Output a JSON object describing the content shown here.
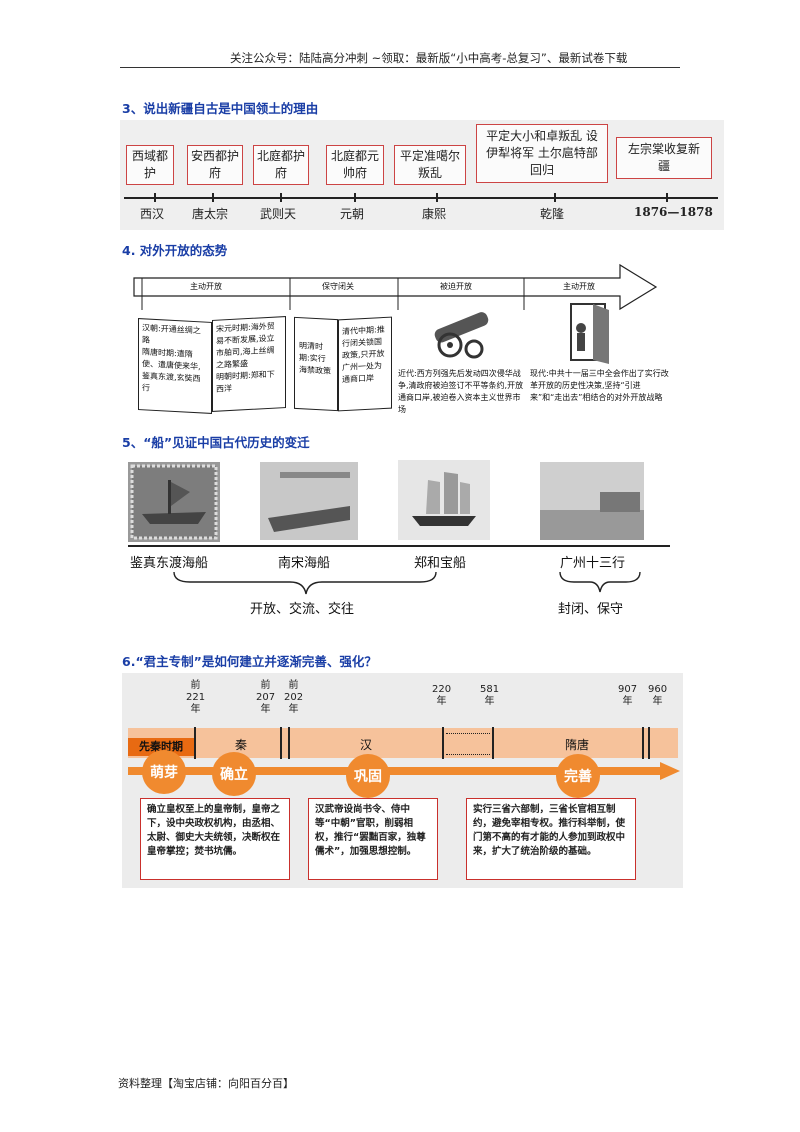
{
  "header": {
    "text": "关注公众号：陆陆高分冲刺   ~领取：最新版“小中高考-总复习”、最新试卷下载"
  },
  "section3": {
    "title": "3、说出新疆自古是中国领土的理由",
    "boxes": [
      "西域都护",
      "安西都护府",
      "北庭都护府",
      "北庭都元帅府",
      "平定准噶尔叛乱",
      "平定大小和卓叛乱 设伊犁将军 土尔扈特部回归",
      "左宗棠收复新疆"
    ],
    "labels": [
      "西汉",
      "唐太宗",
      "武则天",
      "元朝",
      "康熙",
      "乾隆",
      "1876—1878"
    ]
  },
  "section4": {
    "title": "4. 对外开放的态势",
    "stages": [
      "主动开放",
      "保守闭关",
      "被迫开放",
      "主动开放"
    ],
    "book1_left": "汉朝:开通丝绸之路\n隋唐时期:遣隋使、遣唐使来华,鉴真东渡,玄奘西行",
    "book1_right": "宋元时期:海外贸易不断发展,设立市舶司,海上丝绸之路繁盛\n明朝时期:郑和下西洋",
    "book2_left": "明清时期:实行海禁政策",
    "book2_right": "清代中期:推行闭关锁国政策,只开放广州一处为通商口岸",
    "text3": "近代:西方列强先后发动四次侵华战争,清政府被迫签订不平等条约,开放通商口岸,被迫卷入资本主义世界市场",
    "text4": "现代:中共十一届三中全会作出了实行改革开放的历史性决策,坚持“引进来”和“走出去”相结合的对外开放战略"
  },
  "section5": {
    "title": "5、“船”见证中国古代历史的变迁",
    "labels": [
      "鉴真东渡海船",
      "南宋海船",
      "郑和宝船",
      "广州十三行"
    ],
    "group1": "开放、交流、交往",
    "group2": "封闭、保守"
  },
  "section6": {
    "title": "6.“君主专制”是如何建立并逐渐完善、强化？",
    "years": [
      "前\n221\n年",
      "前\n207\n年",
      "前\n202\n年",
      "220\n年",
      "581\n年",
      "907\n年",
      "960\n年"
    ],
    "periods": [
      "先秦时期",
      "秦",
      "汉",
      "隋唐"
    ],
    "stages": [
      "萌芽",
      "确立",
      "巩固",
      "完善"
    ],
    "box1": "确立皇权至上的皇帝制，皇帝之下，设中央政权机构，由丞相、太尉、御史大夫统领，决断权在皇帝掌控；焚书坑儒。",
    "box2": "汉武帝设尚书令、侍中等“中朝”官职，削弱相权，推行“罢黜百家，独尊儒术”，加强思想控制。",
    "box3": "实行三省六部制，三省长官相互制约，避免宰相专权。推行科举制，使门第不高的有才能的人参加到政权中来，扩大了统治阶级的基础。"
  },
  "footer": {
    "text": "资料整理【淘宝店铺：向阳百分百】"
  }
}
